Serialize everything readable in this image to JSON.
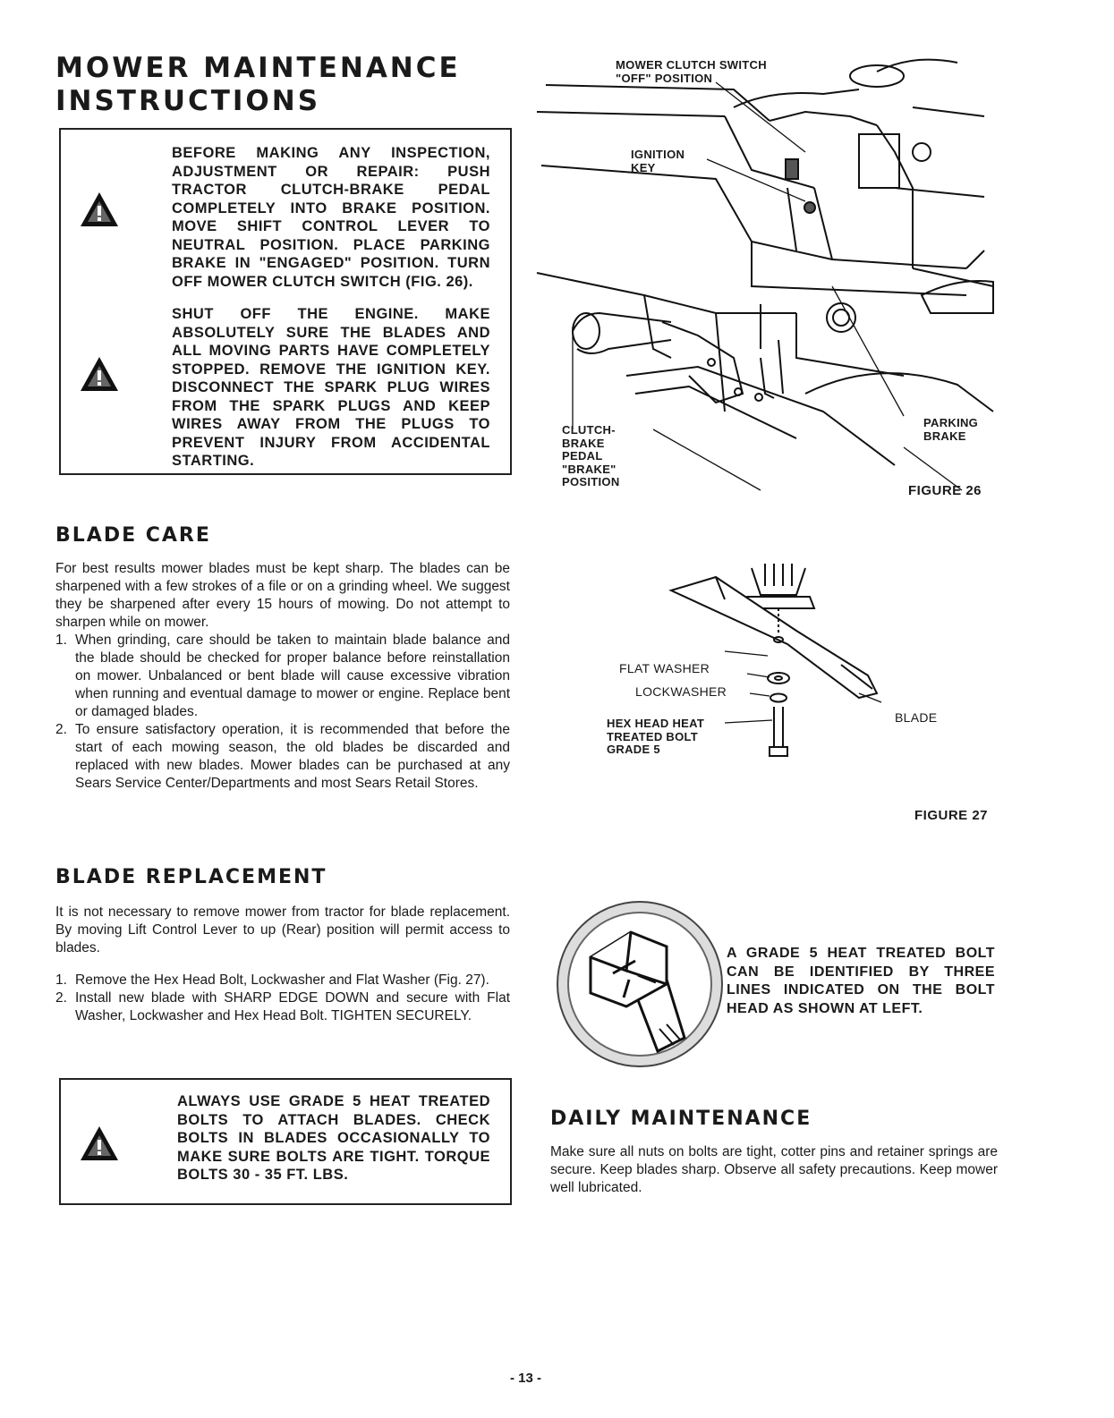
{
  "page": {
    "title_line1": "MOWER MAINTENANCE",
    "title_line2": "INSTRUCTIONS",
    "page_number": "- 13 -"
  },
  "warning1": {
    "para1": "BEFORE MAKING ANY INSPECTION, ADJUSTMENT OR REPAIR: PUSH TRACTOR CLUTCH-BRAKE PEDAL COMPLETELY INTO BRAKE POSITION. MOVE SHIFT CONTROL LEVER TO NEUTRAL POSITION. PLACE PARKING BRAKE IN \"ENGAGED\" POSITION. TURN OFF MOWER CLUTCH SWITCH (FIG. 26).",
    "para2": "SHUT OFF THE ENGINE. MAKE ABSOLUTELY SURE THE BLADES AND ALL MOVING PARTS HAVE COMPLETELY STOPPED. REMOVE THE IGNITION KEY. DISCONNECT THE SPARK PLUG WIRES FROM THE SPARK PLUGS AND KEEP WIRES AWAY FROM THE PLUGS TO PREVENT INJURY FROM ACCIDENTAL STARTING."
  },
  "blade_care": {
    "heading": "BLADE CARE",
    "intro": "For best results mower blades must be kept sharp. The blades can be sharpened with a few strokes of a file or on a grinding wheel. We suggest they be sharpened after every 15 hours of mowing. Do not attempt to sharpen while on mower.",
    "items": [
      {
        "num": "1.",
        "text": "When grinding, care should be taken to maintain blade balance and the blade should be checked for proper balance before reinstallation on mower. Unbalanced or bent blade will cause excessive vibration when running and eventual damage to mower or engine. Replace bent or damaged blades."
      },
      {
        "num": "2.",
        "text": "To ensure satisfactory operation, it is recommended that before the start of each mowing season, the old blades be discarded and replaced with new blades. Mower blades can be purchased at any Sears Service Center/Departments and most Sears Retail Stores."
      }
    ]
  },
  "blade_replacement": {
    "heading": "BLADE REPLACEMENT",
    "intro": "It is not necessary to remove mower from tractor for blade replacement. By moving Lift Control Lever to up (Rear) position will permit access to blades.",
    "items": [
      {
        "num": "1.",
        "text": "Remove the Hex Head Bolt, Lockwasher and Flat Washer (Fig. 27)."
      },
      {
        "num": "2.",
        "text": "Install new blade with SHARP EDGE DOWN and secure with Flat Washer, Lockwasher and Hex Head Bolt. TIGHTEN SECURELY."
      }
    ]
  },
  "warning2": {
    "text": "ALWAYS USE GRADE 5 HEAT TREATED BOLTS TO ATTACH BLADES. CHECK BOLTS IN BLADES OCCASIONALLY TO MAKE SURE BOLTS ARE TIGHT. TORQUE BOLTS 30 - 35 FT. LBS."
  },
  "figure26": {
    "label_switch_1": "MOWER CLUTCH SWITCH",
    "label_switch_2": "\"OFF\" POSITION",
    "label_ignition_1": "IGNITION",
    "label_ignition_2": "KEY",
    "label_clutch_1": "CLUTCH-",
    "label_clutch_2": "BRAKE",
    "label_clutch_3": "PEDAL",
    "label_clutch_4": "\"BRAKE\"",
    "label_clutch_5": "POSITION",
    "label_parking_1": "PARKING",
    "label_parking_2": "BRAKE",
    "caption": "FIGURE 26"
  },
  "figure27": {
    "label_flat_washer": "FLAT WASHER",
    "label_lockwasher": "LOCKWASHER",
    "label_bolt_1": "HEX HEAD HEAT",
    "label_bolt_2": "TREATED BOLT",
    "label_bolt_3": "GRADE 5",
    "label_blade": "BLADE",
    "caption": "FIGURE 27"
  },
  "grade_note": {
    "text": "A GRADE 5 HEAT TREATED BOLT CAN BE IDENTIFIED BY THREE LINES INDICATED ON THE BOLT HEAD AS SHOWN AT LEFT."
  },
  "daily": {
    "heading": "DAILY MAINTENANCE",
    "text": "Make sure all nuts on bolts are tight, cotter pins and retainer springs are secure. Keep blades sharp. Observe all safety precautions. Keep mower well lubricated."
  }
}
